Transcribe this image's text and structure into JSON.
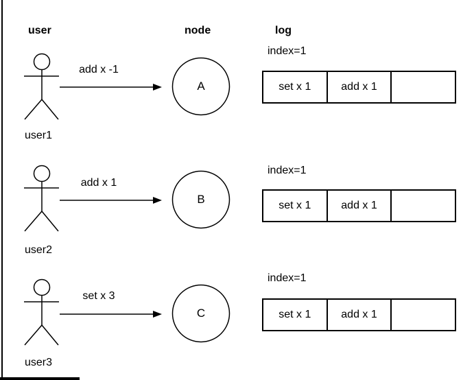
{
  "colors": {
    "stroke": "#000000",
    "text": "#000000",
    "background": "#ffffff"
  },
  "headers": {
    "user": "user",
    "node": "node",
    "log": "log"
  },
  "rows": [
    {
      "user_label": "user1",
      "message": "add x -1",
      "node_label": "A",
      "log": {
        "index_label": "index=1",
        "cells": [
          "set x 1",
          "add x 1",
          ""
        ]
      }
    },
    {
      "user_label": "user2",
      "message": "add x 1",
      "node_label": "B",
      "log": {
        "index_label": "index=1",
        "cells": [
          "set x 1",
          "add x 1",
          ""
        ]
      }
    },
    {
      "user_label": "user3",
      "message": "set x 3",
      "node_label": "C",
      "log": {
        "index_label": "index=1",
        "cells": [
          "set x 1",
          "add x 1",
          ""
        ]
      }
    }
  ],
  "icons": {
    "actor": "stick-figure-icon",
    "message_arrow": "right-arrow-icon",
    "node": "node-circle-icon"
  }
}
